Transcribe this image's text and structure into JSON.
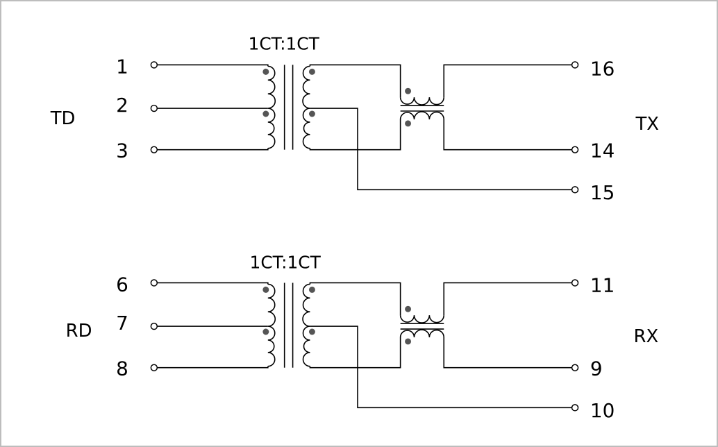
{
  "blocks": [
    {
      "id": "tx",
      "ratio": "1CT:1CT",
      "primary_label": "TD",
      "secondary_label": "TX",
      "pins": {
        "p_top": "1",
        "p_center": "2",
        "p_bottom": "3",
        "s_top": "16",
        "s_bottom": "14",
        "s_center": "15"
      }
    },
    {
      "id": "rx",
      "ratio": "1CT:1CT",
      "primary_label": "RD",
      "secondary_label": "RX",
      "pins": {
        "p_top": "6",
        "p_center": "7",
        "p_bottom": "8",
        "s_top": "11",
        "s_bottom": "9",
        "s_center": "10"
      }
    }
  ],
  "colors": {
    "line": "#000000",
    "dot": "#555555",
    "border": "#bdbdbd"
  }
}
